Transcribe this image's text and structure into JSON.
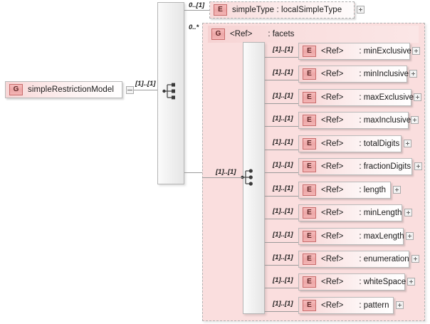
{
  "diagram": {
    "type": "xsd-content-model",
    "title": "simpleRestrictionModel",
    "root": {
      "badge": "G",
      "label": "simpleRestrictionModel",
      "kind": "group",
      "collapse_handle": "minus"
    },
    "root_cardinality": "[1]..[1]",
    "branches": [
      {
        "cardinality": "0..[1]",
        "badge": "E",
        "label": "simpleType : localSimpleType",
        "kind": "element",
        "style": "dashed",
        "expander": true
      },
      {
        "cardinality": "0..*",
        "badge": "G",
        "ref_word": "<Ref>",
        "type_label": ": facets",
        "kind": "group-ref",
        "style": "container"
      }
    ],
    "facets_group": {
      "badge": "G",
      "ref_word": "<Ref>",
      "type_label": ": facets",
      "compositor_cardinality": "[1]..[1]",
      "compositor": "sequence",
      "members": [
        {
          "cardinality": "[1]..[1]",
          "badge": "E",
          "ref_word": "<Ref>",
          "type_label": ": minExclusive",
          "expander": true
        },
        {
          "cardinality": "[1]..[1]",
          "badge": "E",
          "ref_word": "<Ref>",
          "type_label": ": minInclusive",
          "expander": true
        },
        {
          "cardinality": "[1]..[1]",
          "badge": "E",
          "ref_word": "<Ref>",
          "type_label": ": maxExclusive",
          "expander": true
        },
        {
          "cardinality": "[1]..[1]",
          "badge": "E",
          "ref_word": "<Ref>",
          "type_label": ": maxInclusive",
          "expander": true
        },
        {
          "cardinality": "[1]..[1]",
          "badge": "E",
          "ref_word": "<Ref>",
          "type_label": ": totalDigits",
          "expander": true
        },
        {
          "cardinality": "[1]..[1]",
          "badge": "E",
          "ref_word": "<Ref>",
          "type_label": ": fractionDigits",
          "expander": true
        },
        {
          "cardinality": "[1]..[1]",
          "badge": "E",
          "ref_word": "<Ref>",
          "type_label": ": length",
          "expander": true
        },
        {
          "cardinality": "[1]..[1]",
          "badge": "E",
          "ref_word": "<Ref>",
          "type_label": ": minLength",
          "expander": true
        },
        {
          "cardinality": "[1]..[1]",
          "badge": "E",
          "ref_word": "<Ref>",
          "type_label": ": maxLength",
          "expander": true
        },
        {
          "cardinality": "[1]..[1]",
          "badge": "E",
          "ref_word": "<Ref>",
          "type_label": ": enumeration",
          "expander": true
        },
        {
          "cardinality": "[1]..[1]",
          "badge": "E",
          "ref_word": "<Ref>",
          "type_label": ": whiteSpace",
          "expander": true
        },
        {
          "cardinality": "[1]..[1]",
          "badge": "E",
          "ref_word": "<Ref>",
          "type_label": ": pattern",
          "expander": true
        }
      ]
    },
    "colors": {
      "element_accent": "#eda7a7",
      "element_border": "#c86b6b",
      "group_background": "#fadede",
      "line": "#9a9a9a",
      "compositor_panel": "#efefef"
    }
  }
}
